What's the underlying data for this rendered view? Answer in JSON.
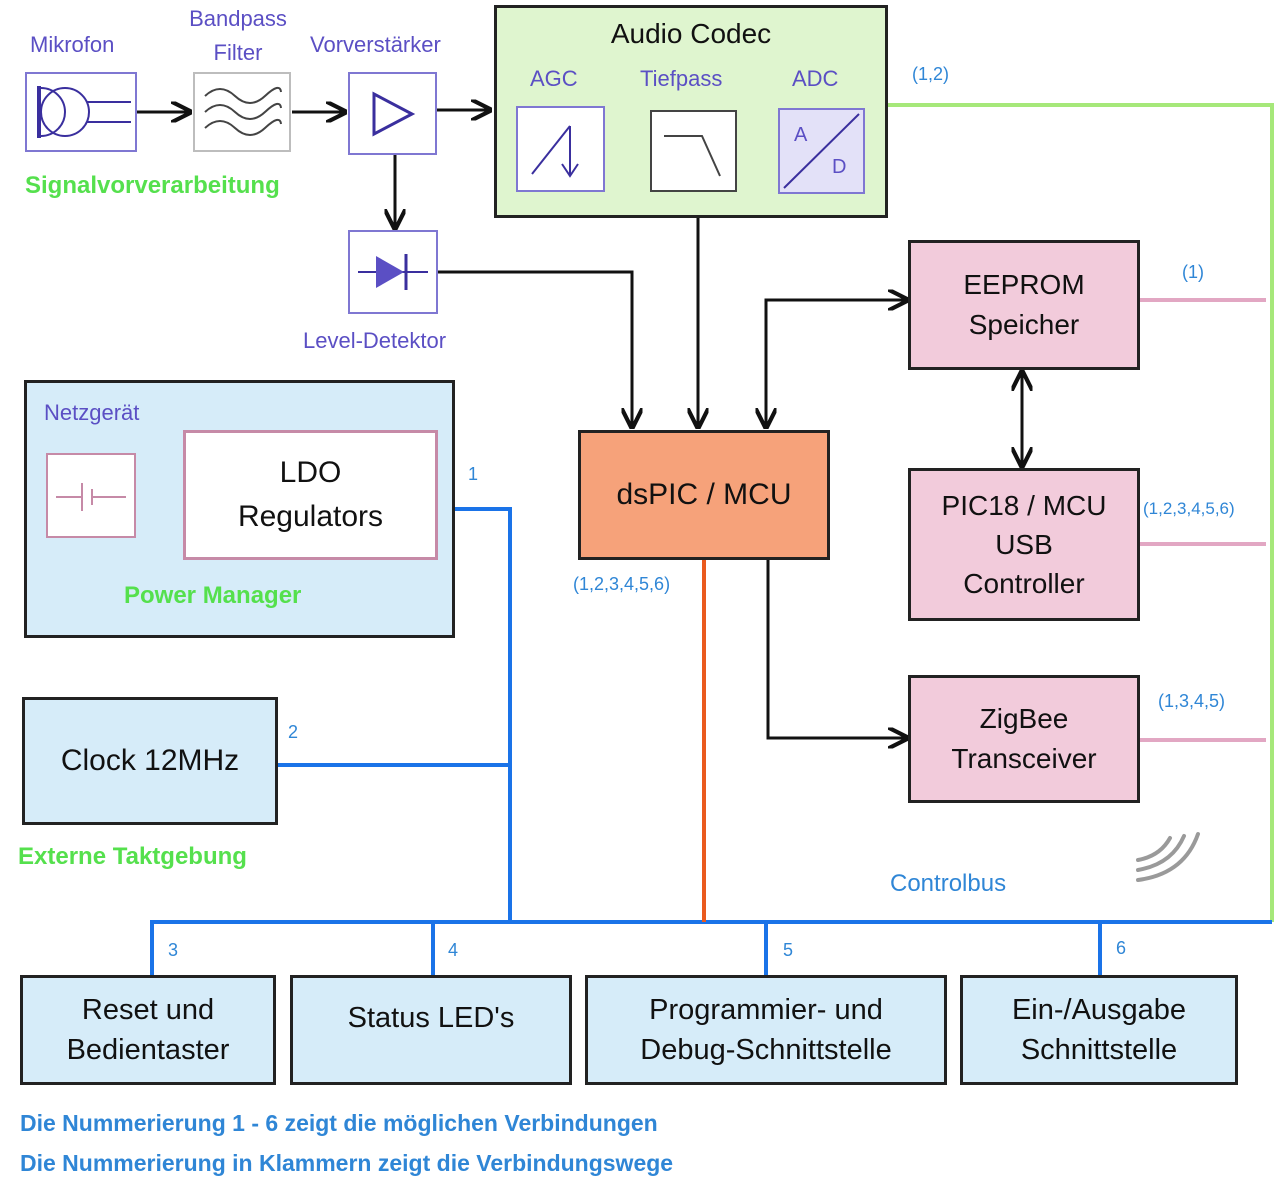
{
  "colors": {
    "accent_purple": "#5b4fc4",
    "green_label": "#55e04d",
    "bus_blue": "#1a73e8",
    "bus_orange": "#ea5a1e",
    "bus_green": "#a6e87a",
    "bus_pink": "#e2a7c3",
    "codec_fill": "#dff5cf",
    "mcu_fill": "#f6a27a",
    "peripheral_fill": "#f2cbdb",
    "io_fill": "#d6ecf9"
  },
  "signal": {
    "mikrofon": "Mikrofon",
    "bandpass_line1": "Bandpass",
    "bandpass_line2": "Filter",
    "vorverstaerker": "Vorverstärker",
    "level_detektor": "Level-Detektor",
    "group_label": "Signalvorverarbeitung"
  },
  "codec": {
    "title": "Audio Codec",
    "agc": "AGC",
    "tiefpass": "Tiefpass",
    "adc": "ADC",
    "adc_a": "A",
    "adc_d": "D"
  },
  "power": {
    "netzgeraet": "Netzgerät",
    "ldo_line1": "LDO",
    "ldo_line2": "Regulators",
    "group_label": "Power Manager"
  },
  "clock": {
    "label": "Clock 12MHz",
    "group_label": "Externe Taktgebung"
  },
  "mcu": {
    "label": "dsPIC / MCU",
    "path_label": "(1,2,3,4,5,6)"
  },
  "peripherals": {
    "eeprom_line1": "EEPROM",
    "eeprom_line2": "Speicher",
    "pic18_line1": "PIC18 / MCU",
    "pic18_line2": "USB",
    "pic18_line3": "Controller",
    "zigbee_line1": "ZigBee",
    "zigbee_line2": "Transceiver"
  },
  "connections": {
    "codec_path": "(1,2)",
    "eeprom_path": "(1)",
    "pic18_path": "(1,2,3,4,5,6)",
    "zigbee_path": "(1,3,4,5)",
    "n1": "1",
    "n2": "2",
    "n3": "3",
    "n4": "4",
    "n5": "5",
    "n6": "6",
    "controlbus": "Controlbus"
  },
  "io": {
    "reset_line1": "Reset und",
    "reset_line2": "Bedientaster",
    "status": "Status LED's",
    "prog_line1": "Programmier- und",
    "prog_line2": "Debug-Schnittstelle",
    "eio_line1": "Ein-/Ausgabe",
    "eio_line2": "Schnittstelle"
  },
  "footer": {
    "note1": "Die Nummerierung 1 - 6 zeigt die möglichen Verbindungen",
    "note2": "Die Nummerierung in Klammern zeigt die Verbindungswege"
  }
}
